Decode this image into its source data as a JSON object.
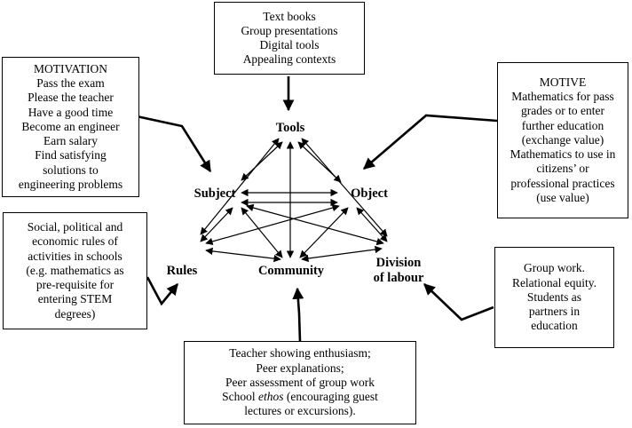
{
  "nodes": {
    "tools": "Tools",
    "subject": "Subject",
    "object": "Object",
    "rules": "Rules",
    "community": "Community",
    "division_line1": "Division",
    "division_line2": "of labour"
  },
  "boxes": {
    "tools": [
      "Text books",
      "Group presentations",
      "Digital tools",
      "Appealing contexts"
    ],
    "motivation": [
      "MOTIVATION",
      "Pass the exam",
      "Please the teacher",
      "Have a good time",
      "Become an engineer",
      "Earn salary",
      "Find satisfying",
      "solutions to",
      "engineering problems"
    ],
    "motive": [
      "MOTIVE",
      "Mathematics for pass",
      "grades or to enter",
      "further education",
      "(exchange value)",
      "Mathematics to use in",
      "citizens’ or",
      "professional practices",
      "(use value)"
    ],
    "rules": [
      "Social, political and",
      "economic rules of",
      "activities in schools",
      "(e.g. mathematics as",
      "pre-requisite for",
      "entering STEM",
      "degrees)"
    ],
    "division": [
      "Group work.",
      "Relational equity.",
      "Students as",
      "partners in",
      "education"
    ],
    "community": {
      "line1": "Teacher showing enthusiasm;",
      "line2": "Peer explanations;",
      "line3": "Peer assessment of group work",
      "line4_prefix": "School ",
      "line4_italic": "ethos",
      "line4_suffix": " (encouraging guest",
      "line5": "lectures or excursions)."
    }
  }
}
